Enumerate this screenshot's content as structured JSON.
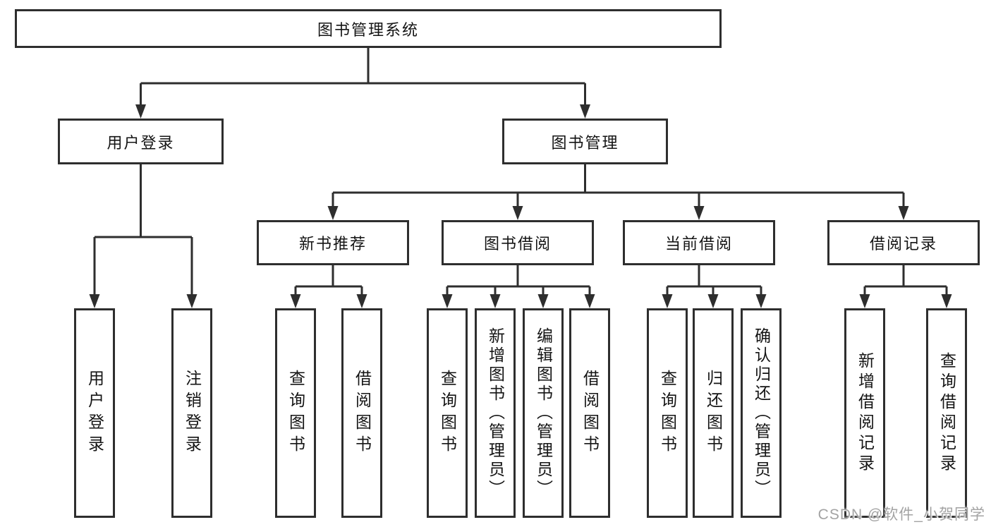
{
  "diagram": {
    "root": "图书管理系统",
    "level2": [
      "用户登录",
      "图书管理"
    ],
    "level3": [
      "新书推荐",
      "图书借阅",
      "当前借阅",
      "借阅记录"
    ],
    "leaves": {
      "login": [
        "用户登录",
        "注销登录"
      ],
      "recommend": [
        "查询图书",
        "借阅图书"
      ],
      "borrow": [
        "查询图书",
        "新增图书（管理员）",
        "编辑图书（管理员）",
        "借阅图书"
      ],
      "current": [
        "查询图书",
        "归还图书",
        "确认归还（管理员）"
      ],
      "records": [
        "新增借阅记录",
        "查询借阅记录"
      ]
    }
  },
  "watermark": "CSDN @软件_小贺同学",
  "colors": {
    "line": "#2e2e2e",
    "box_border": "#2e2e2e",
    "text": "#141414",
    "watermark": "#a3a3a3",
    "background": "#ffffff"
  }
}
